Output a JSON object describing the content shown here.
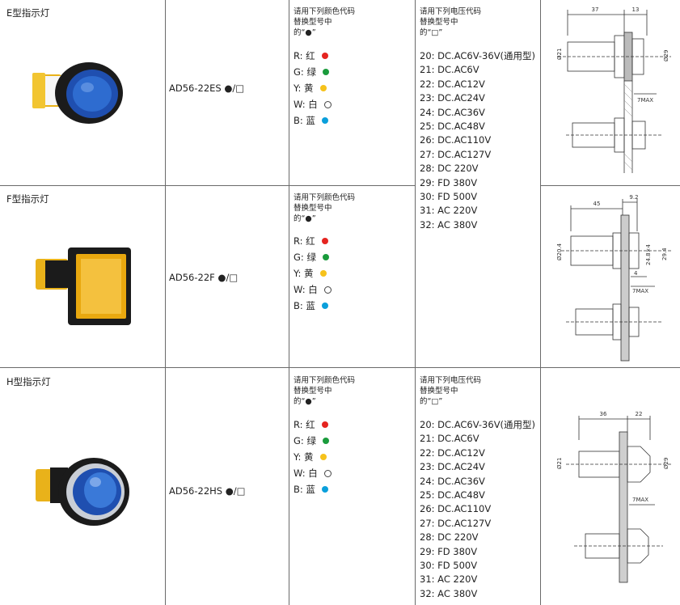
{
  "rows": [
    {
      "title": "E型指示灯",
      "model_code": "AD56-22ES",
      "model_suffix": "●/□",
      "color_instr": [
        "请用下列颜色代码",
        "替换型号中",
        "的“●”"
      ],
      "colors": [
        {
          "label": "R: 红",
          "hex": "#e52420"
        },
        {
          "label": "G: 绿",
          "hex": "#1a9b3c"
        },
        {
          "label": "Y: 黄",
          "hex": "#f6c21b"
        },
        {
          "label": "W: 白",
          "hex": "#ffffff"
        },
        {
          "label": "B: 蓝",
          "hex": "#0a9fdb"
        }
      ],
      "dims": {
        "length": "37",
        "flange": "13",
        "dia_left": "Ø21",
        "dia_right": "Ø29",
        "max": "7MAX"
      }
    },
    {
      "title": "F型指示灯",
      "model_code": "AD56-22F",
      "model_suffix": "●/□",
      "color_instr": [
        "请用下列颜色代码",
        "替换型号中",
        "的“●”"
      ],
      "colors": [
        {
          "label": "R: 红",
          "hex": "#e52420"
        },
        {
          "label": "G: 绿",
          "hex": "#1a9b3c"
        },
        {
          "label": "Y: 黄",
          "hex": "#f6c21b"
        },
        {
          "label": "W: 白",
          "hex": "#ffffff"
        },
        {
          "label": "B: 蓝",
          "hex": "#0a9fdb"
        }
      ],
      "dims": {
        "length": "45",
        "flange": "9.2",
        "dia_left": "Ø20.4",
        "square": "24.8×4",
        "side": "29.4",
        "small": "4",
        "max": "7MAX"
      }
    },
    {
      "title": "H型指示灯",
      "model_code": "AD56-22HS",
      "model_suffix": "●/□",
      "color_instr": [
        "请用下列颜色代码",
        "替换型号中",
        "的“●”"
      ],
      "colors": [
        {
          "label": "R: 红",
          "hex": "#e52420"
        },
        {
          "label": "G: 绿",
          "hex": "#1a9b3c"
        },
        {
          "label": "Y: 黄",
          "hex": "#f6c21b"
        },
        {
          "label": "W: 白",
          "hex": "#ffffff"
        },
        {
          "label": "B: 蓝",
          "hex": "#0a9fdb"
        }
      ],
      "dims": {
        "length": "36",
        "flange": "22",
        "dia_left": "Ø21",
        "dia_right": "Ø29",
        "max": "7MAX"
      }
    }
  ],
  "voltage_instr": [
    "请用下列电压代码",
    "替换型号中",
    "的“□”"
  ],
  "voltages": [
    "20: DC.AC6V-36V(通用型)",
    "21: DC.AC6V",
    "22: DC.AC12V",
    "23: DC.AC24V",
    "24: DC.AC36V",
    "25: DC.AC48V",
    "26: DC.AC110V",
    "27: DC.AC127V",
    "28: DC 220V",
    "29: FD 380V",
    "30: FD 500V",
    "31: AC 220V",
    "32: AC 380V"
  ],
  "led_colors": {
    "blue": "#1f4fb0",
    "yellow": "#e9a80f",
    "housing": "#1b1b1b"
  }
}
